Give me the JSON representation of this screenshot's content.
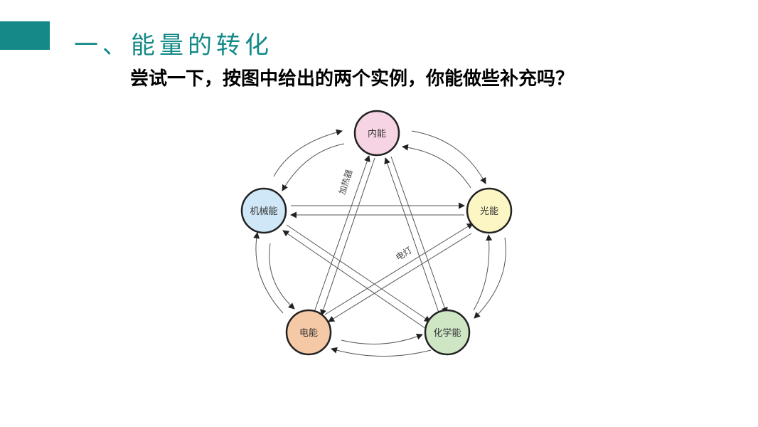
{
  "slide": {
    "section_title": "一、能量的转化",
    "subtitle": "尝试一下，按图中给出的两个实例，你能做些补充吗？",
    "accent_color": "#138a87"
  },
  "diagram": {
    "nodes": [
      {
        "id": "internal",
        "label": "内能",
        "fill": "#f7d4e3"
      },
      {
        "id": "light",
        "label": "光能",
        "fill": "#fbf6c3"
      },
      {
        "id": "chemical",
        "label": "化学能",
        "fill": "#cfe6c5"
      },
      {
        "id": "electric",
        "label": "电能",
        "fill": "#f6c9a6"
      },
      {
        "id": "mechanical",
        "label": "机械能",
        "fill": "#cfe7f7"
      }
    ],
    "edge_labels": {
      "heater": "加热器",
      "lamp": "电灯"
    }
  }
}
